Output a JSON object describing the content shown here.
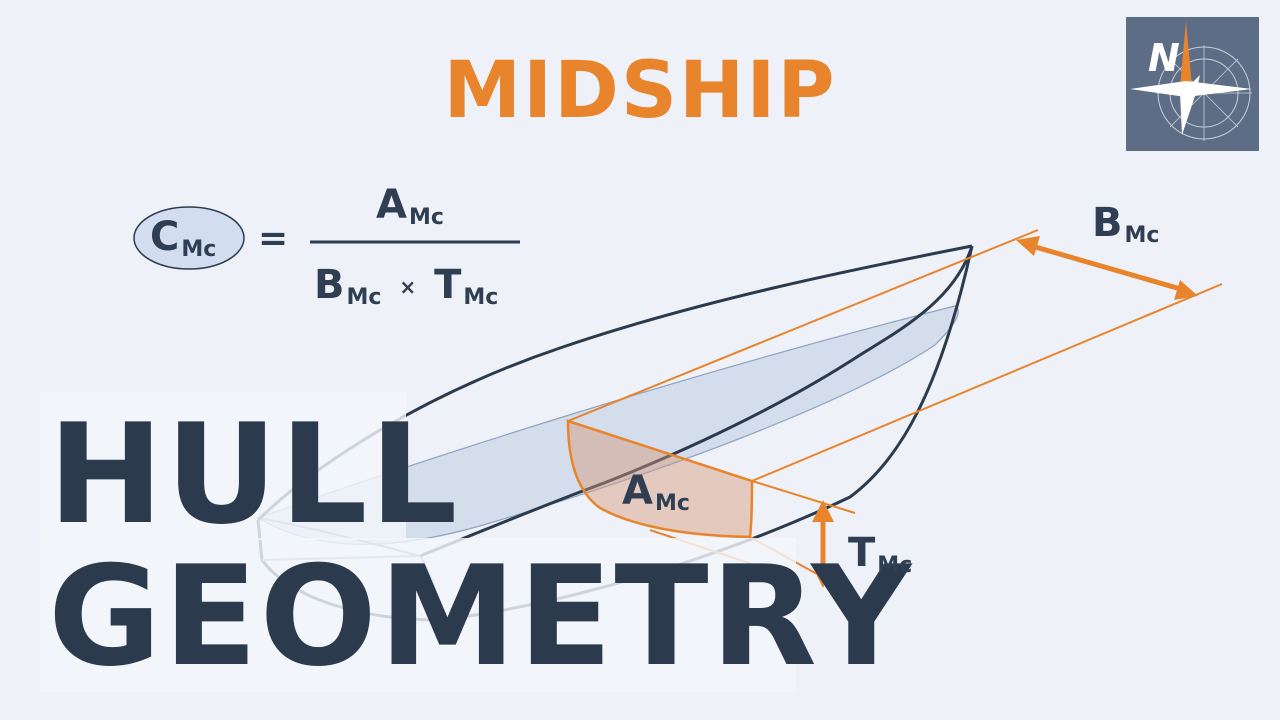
{
  "header": {
    "title": "MIDSHIP"
  },
  "main": {
    "title_line1": "HULL",
    "title_line2": "GEOMETRY"
  },
  "formula": {
    "lhs_main": "C",
    "lhs_sub": "Mc",
    "equals": "=",
    "num_main": "A",
    "num_sub": "Mc",
    "den_b_main": "B",
    "den_b_sub": "Mc",
    "times": "×",
    "den_t_main": "T",
    "den_t_sub": "Mc"
  },
  "labels": {
    "area_main": "A",
    "area_sub": "Mc",
    "beam_main": "B",
    "beam_sub": "Mc",
    "draft_main": "T",
    "draft_sub": "Mc"
  },
  "colors": {
    "accent": "#e8842c",
    "dark": "#2b3a4d",
    "background": "#eef2f8",
    "logo_bg": "#5c6d85"
  },
  "logo": {
    "icon": "compass-rose-icon",
    "letter": "N"
  }
}
